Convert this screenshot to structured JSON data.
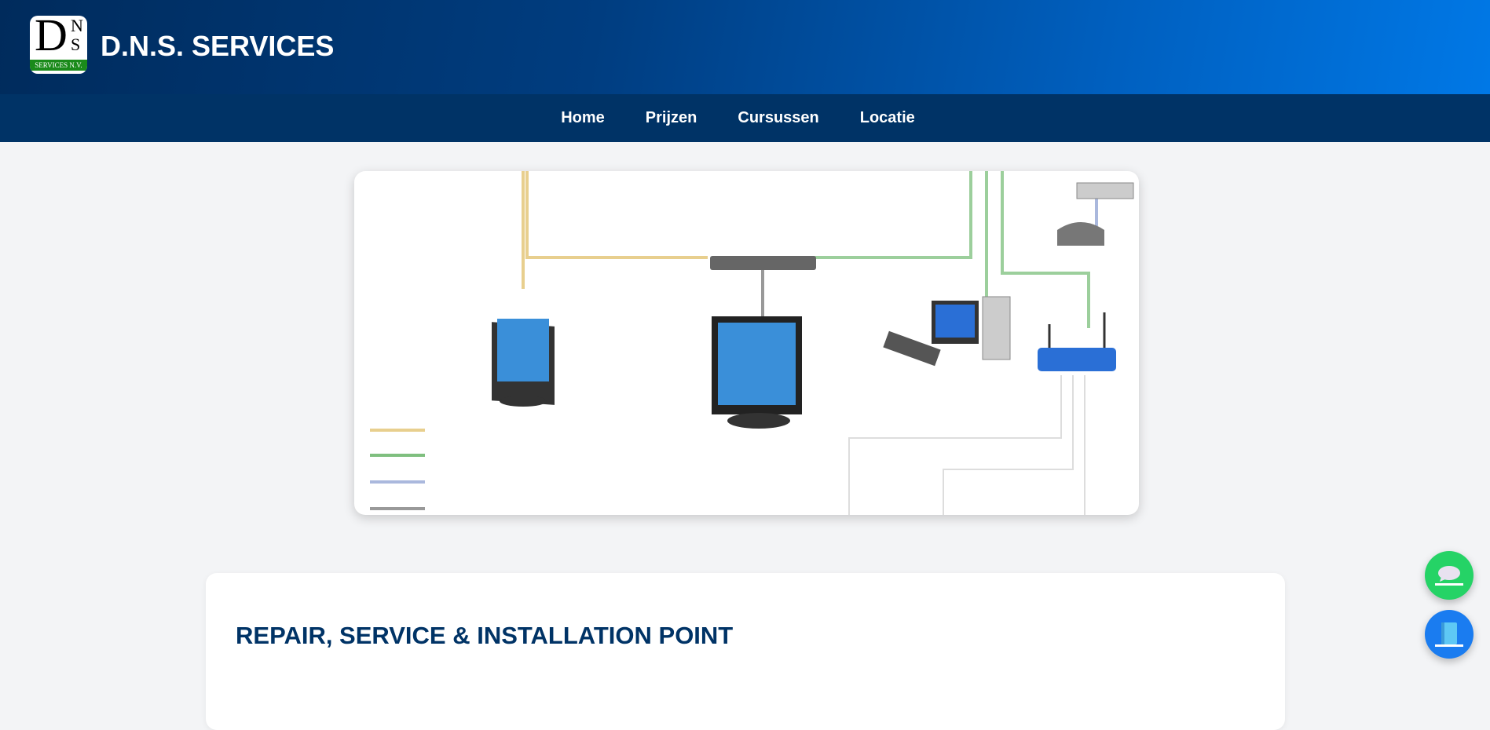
{
  "header": {
    "title": "D.N.S. SERVICES",
    "logo_text": "DNS SERVICES N.V."
  },
  "nav": {
    "items": [
      {
        "label": "Home"
      },
      {
        "label": "Prijzen"
      },
      {
        "label": "Cursussen"
      },
      {
        "label": "Locatie"
      }
    ]
  },
  "hero": {
    "image": "network-diagram"
  },
  "section": {
    "title": "REPAIR, SERVICE & INSTALLATION POINT"
  },
  "fabs": [
    {
      "icon": "chat-bubble-icon",
      "color": "#25d366"
    },
    {
      "icon": "book-icon",
      "color": "#1a7cf0"
    }
  ],
  "colors": {
    "header_dark": "#002b5c",
    "header_light": "#0078e6",
    "nav": "#003366",
    "heading": "#003366"
  }
}
